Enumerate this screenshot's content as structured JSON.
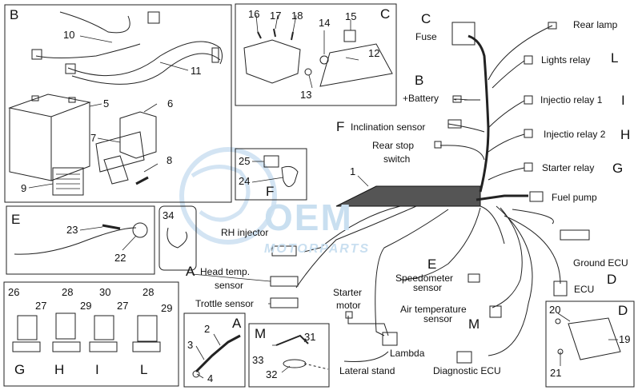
{
  "watermark": {
    "brand": "OEM",
    "sub": "MOTORPARTS"
  },
  "group_letters": {
    "B": "B",
    "C_box": "C",
    "E_box": "E",
    "F_box": "F",
    "A_box": "A",
    "M_box": "M",
    "D_box": "D",
    "C": "C",
    "B_batt": "B",
    "F": "F",
    "E": "E",
    "A": "A",
    "M": "M",
    "D": "D",
    "L": "L",
    "I": "I",
    "H": "H",
    "G": "G",
    "G_relay": "G",
    "H_relay": "H",
    "I_relay": "I",
    "L_relay": "L"
  },
  "part_numbers": {
    "n1": "1",
    "n2": "2",
    "n3": "3",
    "n4": "4",
    "n5": "5",
    "n6": "6",
    "n7": "7",
    "n8": "8",
    "n9": "9",
    "n10": "10",
    "n11": "11",
    "n12": "12",
    "n13": "13",
    "n14": "14",
    "n15": "15",
    "n16": "16",
    "n17": "17",
    "n18": "18",
    "n19": "19",
    "n20": "20",
    "n21": "21",
    "n22": "22",
    "n23": "23",
    "n24": "24",
    "n25": "25",
    "n26": "26",
    "n27a": "27",
    "n27b": "27",
    "n28a": "28",
    "n28b": "28",
    "n29a": "29",
    "n29b": "29",
    "n30": "30",
    "n31": "31",
    "n32": "32",
    "n33": "33",
    "n34": "34"
  },
  "labels": {
    "rear_lamp": "Rear lamp",
    "fuse": "Fuse",
    "lights_relay": "Lights relay",
    "battery": "+Battery",
    "injectio_relay_1": "Injectio relay 1",
    "injectio_relay_2": "Injectio relay 2",
    "inclination_sensor": "Inclination sensor",
    "rear_stop_switch_1": "Rear stop",
    "rear_stop_switch_2": "switch",
    "starter_relay": "Starter relay",
    "fuel_pump": "Fuel pump",
    "rh_injector": "RH injector",
    "ground_ecu": "Ground ECU",
    "ecu": "ECU",
    "speedometer_1": "Speedometer",
    "speedometer_2": "sensor",
    "head_temp_1": "Head temp.",
    "head_temp_2": "sensor",
    "trottle_sensor": "Trottle sensor",
    "starter_motor_1": "Starter",
    "starter_motor_2": "motor",
    "air_temp_1": "Air temperature",
    "air_temp_2": "sensor",
    "lambda": "Lambda",
    "lateral_stand": "Lateral stand",
    "diagnostic_ecu": "Diagnostic ECU"
  },
  "colors": {
    "line": "#222222",
    "watermark": "#c9dff0"
  }
}
